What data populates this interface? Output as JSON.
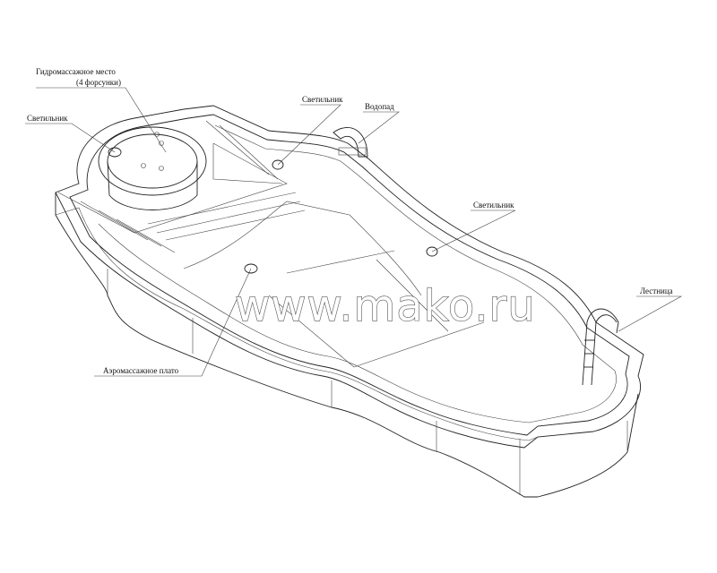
{
  "labels": {
    "hydromassage_line1": "Гидромассажное место",
    "hydromassage_line2": "(4 форсунки)",
    "light_left": "Светильник",
    "light_top": "Светильник",
    "light_right": "Светильник",
    "waterfall": "Водопад",
    "ladder": "Лестница",
    "aero_plateau": "Аэромассажное плато"
  },
  "watermark": "www.mako.ru",
  "colors": {
    "line": "#222222",
    "background": "#ffffff"
  }
}
